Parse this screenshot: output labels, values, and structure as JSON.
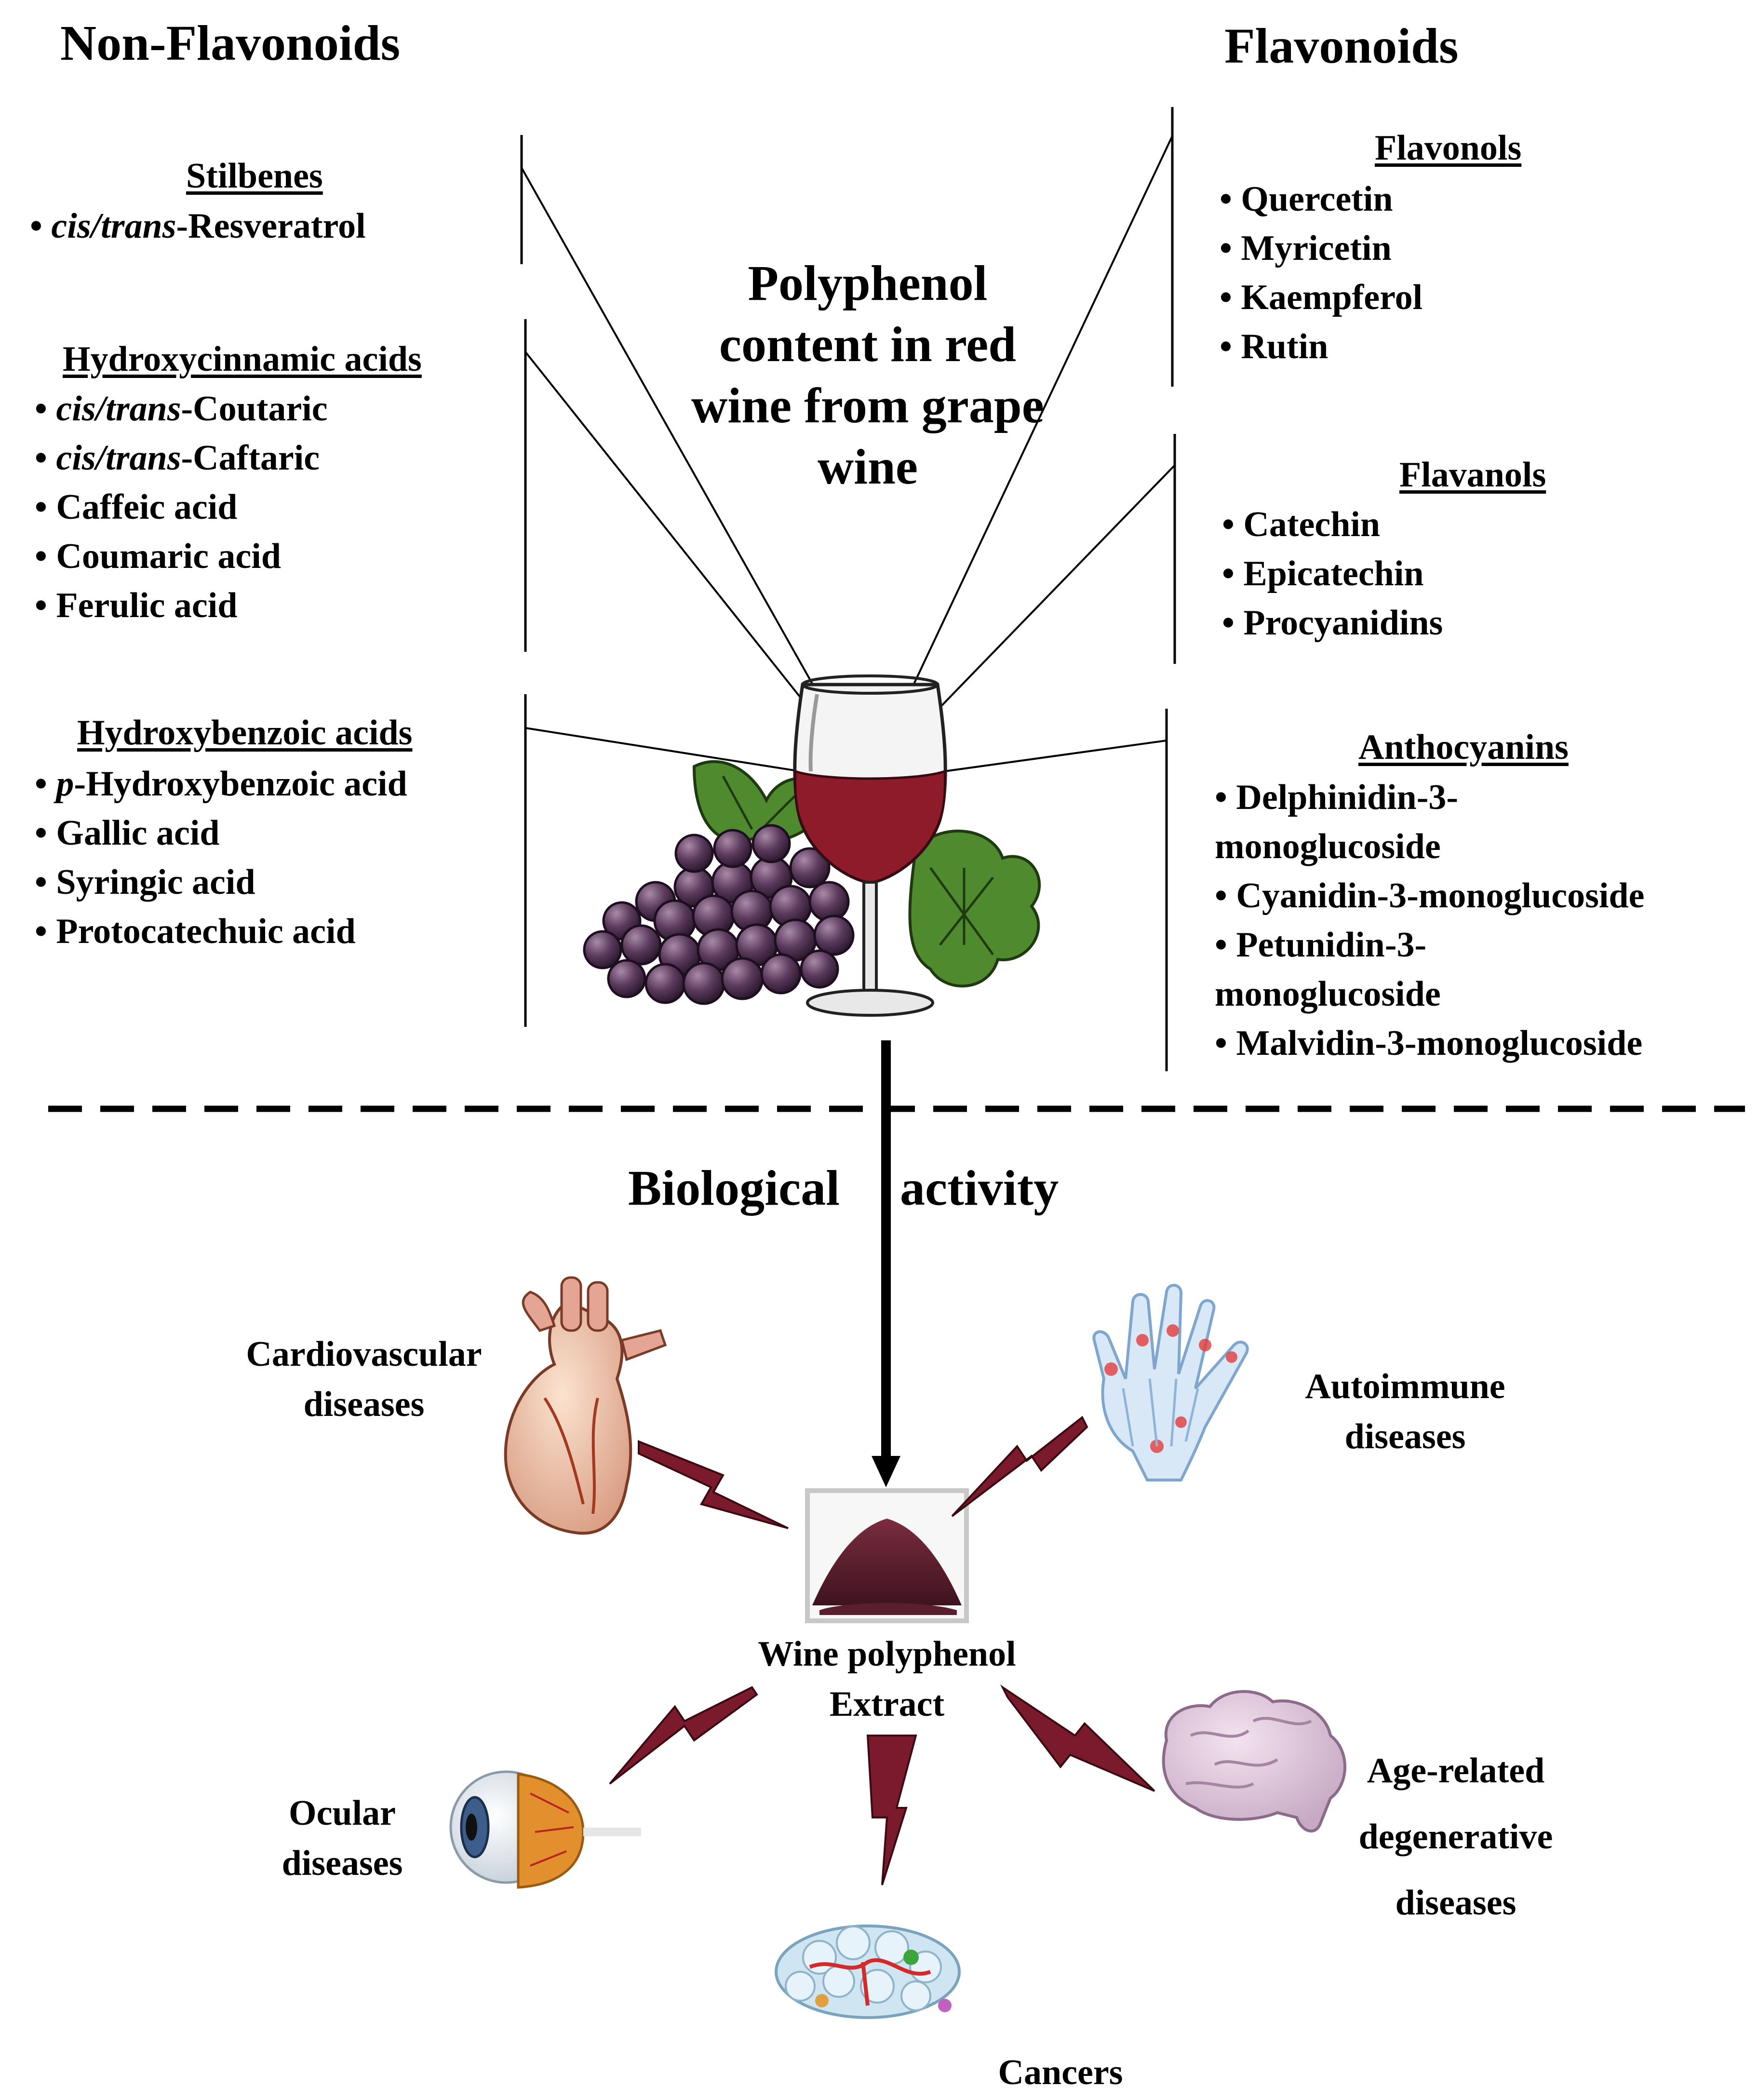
{
  "left_header": "Non-Flavonoids",
  "right_header": "Flavonoids",
  "center_title": "Polyphenol content in red wine from grape wine",
  "non_flavonoids": {
    "stilbenes": {
      "title": "Stilbenes",
      "items": [
        {
          "prefix": "cis/trans",
          "rest": "-Resveratrol"
        }
      ]
    },
    "hydroxycinnamic": {
      "title": "Hydroxycinnamic acids",
      "items": [
        {
          "prefix": "cis/trans",
          "rest": "-Coutaric"
        },
        {
          "prefix": "cis/trans",
          "rest": "-Caftaric"
        },
        {
          "prefix": "",
          "rest": "Caffeic acid"
        },
        {
          "prefix": "",
          "rest": "Coumaric acid"
        },
        {
          "prefix": "",
          "rest": "Ferulic acid"
        }
      ]
    },
    "hydroxybenzoic": {
      "title": "Hydroxybenzoic acids",
      "items": [
        {
          "prefix": "p",
          "rest": "-Hydroxybenzoic acid"
        },
        {
          "prefix": "",
          "rest": "Gallic acid"
        },
        {
          "prefix": "",
          "rest": "Syringic acid"
        },
        {
          "prefix": "",
          "rest": "Protocatechuic acid"
        }
      ]
    }
  },
  "flavonoids": {
    "flavonols": {
      "title": "Flavonols",
      "items": [
        "Quercetin",
        "Myricetin",
        "Kaempferol",
        "Rutin"
      ]
    },
    "flavanols": {
      "title": "Flavanols",
      "items": [
        "Catechin",
        "Epicatechin",
        "Procyanidins"
      ]
    },
    "anthocyanins": {
      "title": "Anthocyanins",
      "lines": [
        "• Delphinidin-3-",
        "monoglucoside",
        "• Cyanidin-3-monoglucoside",
        "• Petunidin-3-",
        "monoglucoside",
        "• Malvidin-3-monoglucoside"
      ]
    }
  },
  "bio": {
    "word1": "Biological",
    "word2": "activity"
  },
  "extract": {
    "line1": "Wine polyphenol",
    "line2": "Extract"
  },
  "diseases": {
    "cardio": {
      "line1": "Cardiovascular",
      "line2": "diseases"
    },
    "autoimmune": {
      "line1": "Autoimmune",
      "line2": "diseases"
    },
    "ocular": {
      "line1": "Ocular",
      "line2": "diseases"
    },
    "age": {
      "line1": "Age-related",
      "line2": "degenerative",
      "line3": "diseases"
    },
    "cancer": {
      "line1": "Cancers"
    }
  },
  "colors": {
    "bolt": "#7b1a2c",
    "wine": "#8e1b2a",
    "grape": "#5b3a5e",
    "leaf": "#4f8a2f",
    "powder": "#5a1f2e"
  },
  "icons": [
    "wine-glass-icon",
    "grapes-icon",
    "heart-icon",
    "hand-icon",
    "eye-icon",
    "brain-icon",
    "tumor-cells-icon",
    "powder-icon"
  ]
}
